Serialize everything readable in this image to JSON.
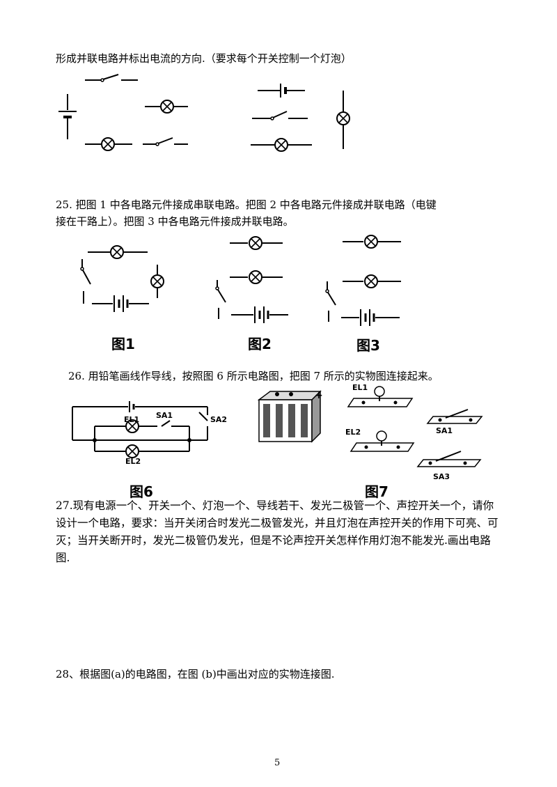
{
  "q24_tail": "形成并联电路并标出电流的方向.（要求每个开关控制一个灯泡）",
  "q25": {
    "line1": "25. 把图 1 中各电路元件接成串联电路。把图 2 中各电路元件接成并联电路（电键",
    "line2": "接在干路上）。把图 3 中各电路元件接成并联电路。",
    "fig1": "图1",
    "fig2": "图2",
    "fig3": "图3"
  },
  "q26": {
    "text": "26. 用铅笔画线作导线，按照图 6 所示电路图，把图 7 所示的实物图连接起来。",
    "fig6": "图6",
    "fig7": "图7",
    "labels": {
      "el1": "EL1",
      "el2": "EL2",
      "sa1": "SA1",
      "sa2": "SA2",
      "sa3": "SA3",
      "plus": "+"
    }
  },
  "q27": "27.现有电源一个、开关一个、灯泡一个、导线若干、发光二极管一个、声控开关一个，请你设计一个电路，要求：当开关闭合时发光二极管发光，并且灯泡在声控开关的作用下可亮、可灭；当开关断开时，发光二极管仍发光，但是不论声控开关怎样作用灯泡不能发光.画出电路图.",
  "q28": "28、根据图(a)的电路图，在图 (b)中画出对应的实物连接图.",
  "page_number": "5"
}
